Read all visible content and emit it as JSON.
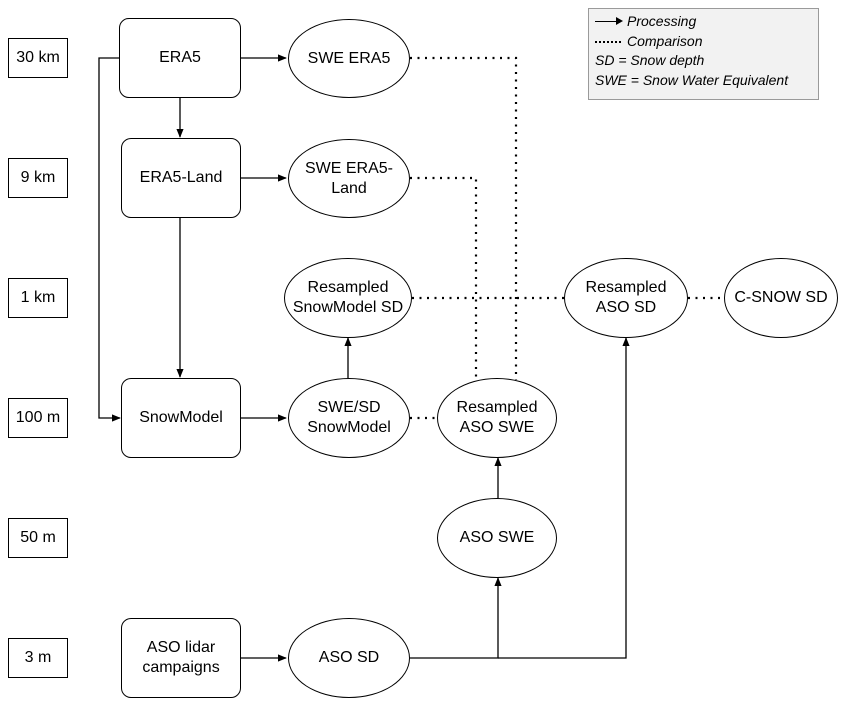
{
  "resolutions": [
    "30 km",
    "9 km",
    "1 km",
    "100 m",
    "50 m",
    "3 m"
  ],
  "nodes": {
    "era5": "ERA5",
    "era5_land": "ERA5-Land",
    "snowmodel": "SnowModel",
    "aso_lidar": "ASO lidar campaigns",
    "swe_era5": "SWE ERA5",
    "swe_era5_land": "SWE ERA5-Land",
    "resampled_snowmodel_sd": "Resampled SnowModel SD",
    "swe_sd_snowmodel": "SWE/SD SnowModel",
    "resampled_aso_swe": "Resampled ASO SWE",
    "aso_swe": "ASO SWE",
    "aso_sd": "ASO SD",
    "resampled_aso_sd": "Resampled ASO SD",
    "c_snow_sd": "C-SNOW SD"
  },
  "legend": {
    "processing": "Processing",
    "comparison": "Comparison",
    "sd_def": "SD = Snow depth",
    "swe_def": "SWE = Snow Water Equivalent"
  }
}
